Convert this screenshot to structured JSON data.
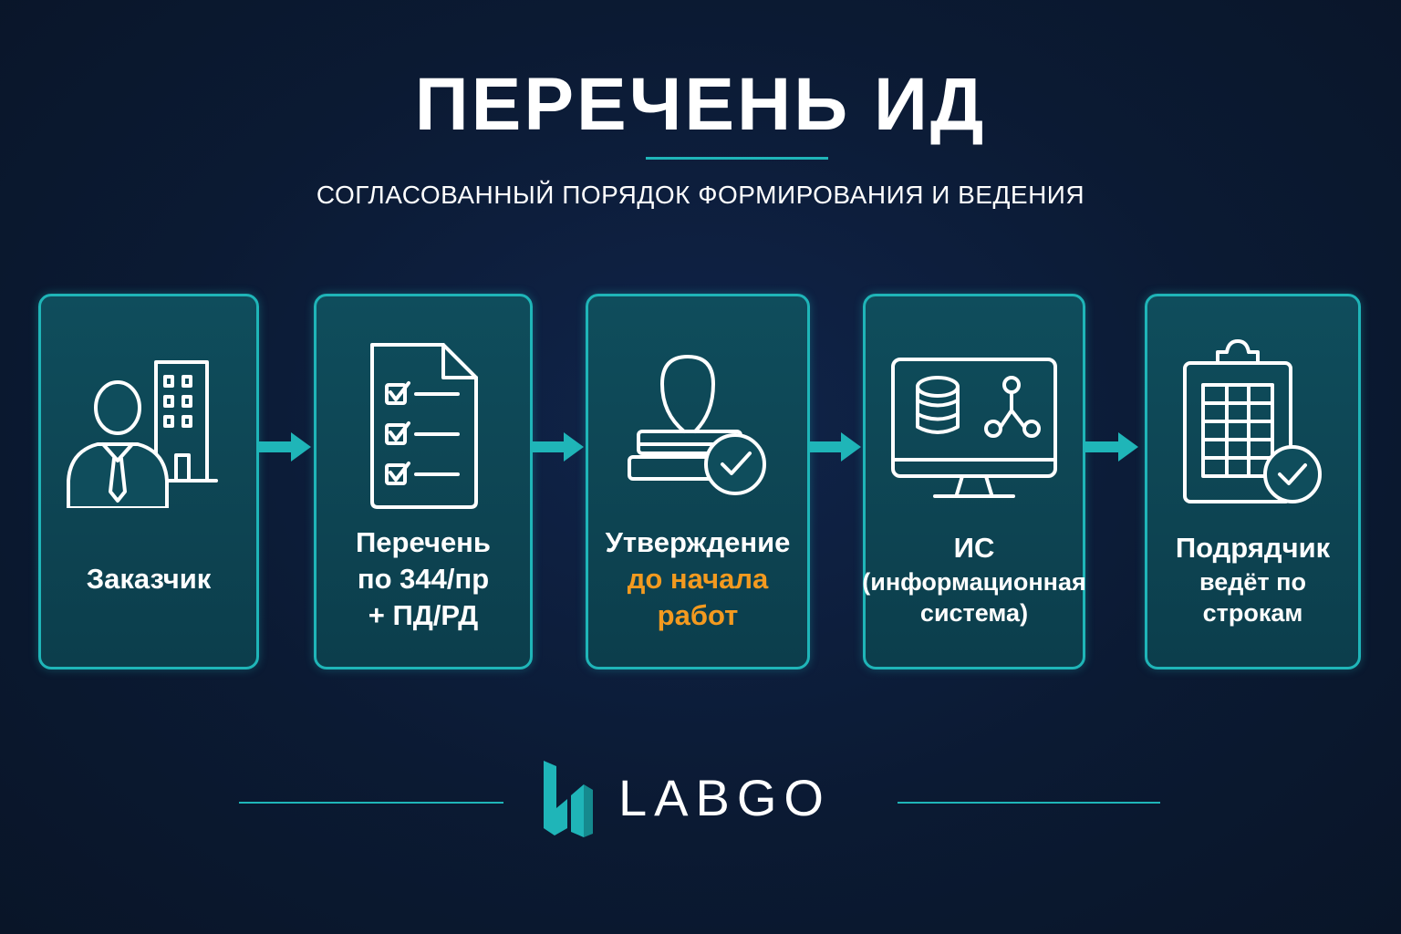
{
  "title": "ПЕРЕЧЕНЬ ИД",
  "subtitle": "СОГЛАСОВАННЫЙ ПОРЯДОК ФОРМИРОВАНИЯ И ВЕДЕНИЯ",
  "colors": {
    "background": "#0b1a33",
    "accent": "#1fb5b8",
    "card_fill": "#0f4d5c",
    "highlight": "#f39a1f",
    "text": "#ffffff"
  },
  "steps": [
    {
      "icon": "customer-building-icon",
      "lines": [
        "Заказчик"
      ]
    },
    {
      "icon": "checklist-document-icon",
      "lines": [
        "Перечень",
        "по 344/пр",
        "+ ПД/РД"
      ]
    },
    {
      "icon": "stamp-approval-icon",
      "lines": [
        "Утверждение"
      ],
      "accent_line": "до начала работ"
    },
    {
      "icon": "computer-database-icon",
      "lines": [
        "ИС"
      ],
      "small_lines": [
        "(информационная",
        "система)"
      ]
    },
    {
      "icon": "clipboard-table-icon",
      "lines": [
        "Подрядчик",
        "ведёт по строкам"
      ]
    }
  ],
  "logo": {
    "text": "LABGO"
  }
}
